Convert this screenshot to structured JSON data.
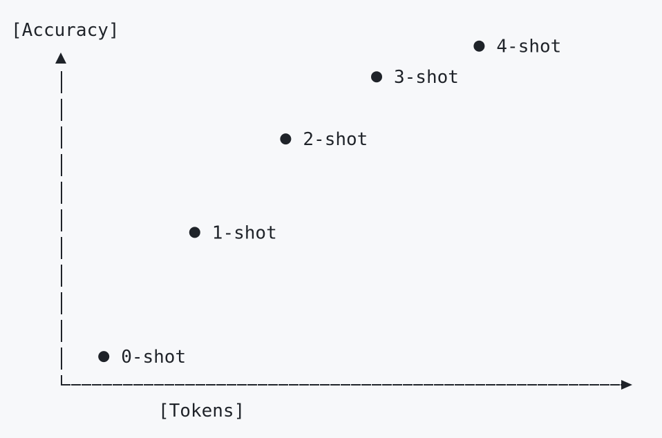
{
  "chart_data": {
    "type": "scatter",
    "title": "",
    "xlabel": "[Tokens]",
    "ylabel": "[Accuracy]",
    "grid": false,
    "legend": "none",
    "axis_style": "ascii-dashed",
    "colors": {
      "background": "#f7f8fa",
      "ink": "#1f2329"
    },
    "xlim": [
      0,
      5.3
    ],
    "ylim": [
      0,
      5
    ],
    "points": [
      {
        "label": "0-shot",
        "x": 0.4,
        "y": 0.45
      },
      {
        "label": "1-shot",
        "x": 1.26,
        "y": 2.43
      },
      {
        "label": "2-shot",
        "x": 2.12,
        "y": 3.92
      },
      {
        "label": "3-shot",
        "x": 2.98,
        "y": 4.91
      },
      {
        "label": "4-shot",
        "x": 3.95,
        "y": 5.4
      }
    ]
  }
}
